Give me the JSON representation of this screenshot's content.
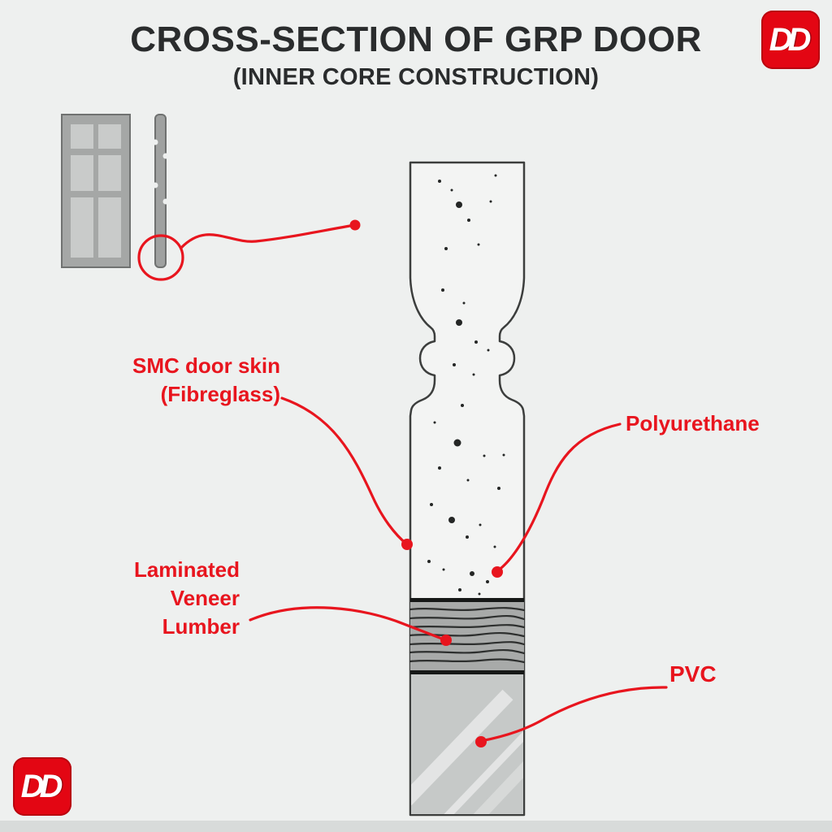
{
  "page": {
    "title": "CROSS-SECTION OF GRP DOOR",
    "subtitle": "(INNER CORE CONSTRUCTION)"
  },
  "logo": {
    "text": "DD"
  },
  "labels": {
    "smc": {
      "line1": "SMC door skin",
      "line2": "(Fibreglass)"
    },
    "polyurethane": "Polyurethane",
    "lvl": {
      "line1": "Laminated",
      "line2": "Veneer",
      "line3": "Lumber"
    },
    "pvc": "PVC"
  },
  "colors": {
    "accent_red": "#e8151e",
    "logo_red": "#e30613",
    "background": "#eef0ef",
    "title_text": "#2a2c2d"
  }
}
